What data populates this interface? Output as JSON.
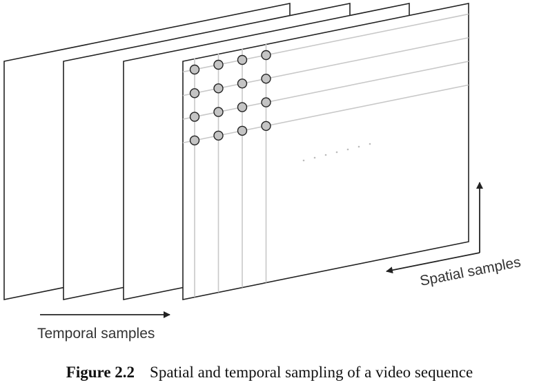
{
  "labels": {
    "temporal": "Temporal samples",
    "spatial": "Spatial samples"
  },
  "caption": {
    "number": "Figure 2.2",
    "text": "Spatial and temporal sampling of a video sequence"
  },
  "colors": {
    "frame_stroke": "#222222",
    "grid_line": "#c8c8c8",
    "sample_fill": "#c4c4c4",
    "sample_stroke": "#222222",
    "arrow": "#222222",
    "text": "#333333"
  },
  "diagram": {
    "frame_count": 4,
    "sample_grid": {
      "rows": 4,
      "columns": 4
    }
  }
}
